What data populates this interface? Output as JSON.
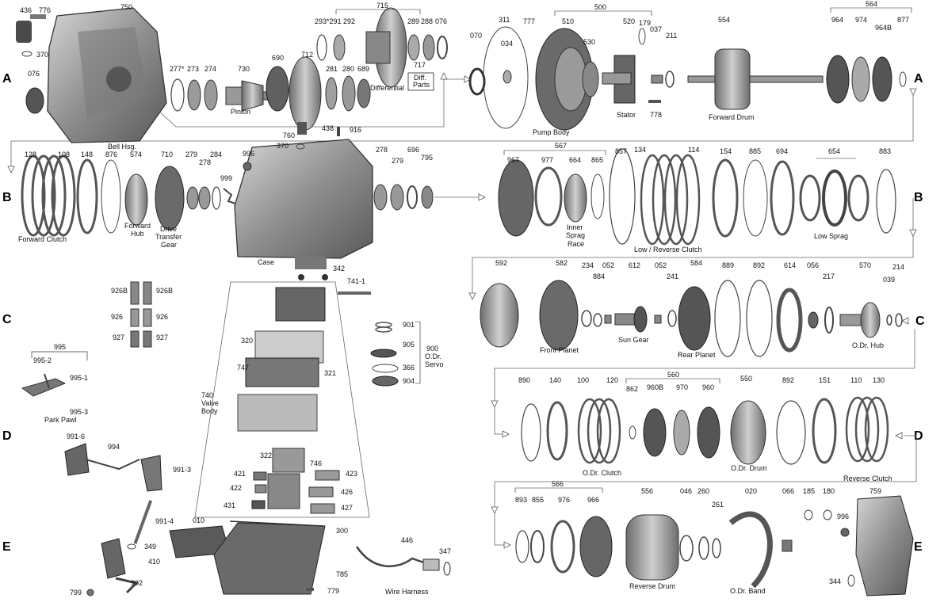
{
  "title": "",
  "row_labels": [
    "A",
    "B",
    "C",
    "D",
    "E"
  ],
  "colors": {
    "part_dark": "#5a5a5a",
    "part_mid": "#8c8c8c",
    "part_light": "#c4c4c4",
    "flow_line": "#666666"
  },
  "part_numbers": [
    "436",
    "776",
    "750",
    "370",
    "076",
    "277*",
    "273",
    "274",
    "730",
    "690",
    "712",
    "293*291",
    "292",
    "715",
    "289",
    "288",
    "076",
    "281",
    "280",
    "689",
    "717",
    "438",
    "916",
    "370",
    "760",
    "996",
    "070",
    "311",
    "034",
    "777",
    "500",
    "510",
    "530",
    "520",
    "179",
    "037",
    "211",
    "778",
    "554",
    "564",
    "964",
    "974",
    "964B",
    "877",
    "128",
    "108",
    "148",
    "876",
    "574",
    "710",
    "279",
    "278",
    "284",
    "999",
    "278",
    "279",
    "696",
    "795",
    "567",
    "967",
    "977",
    "664",
    "865",
    "857",
    "134",
    "114",
    "154",
    "885",
    "694",
    "654",
    "883",
    "926B",
    "926B",
    "926",
    "926",
    "927",
    "927",
    "342",
    "741-1",
    "995",
    "995-2",
    "995-1",
    "995-3",
    "320",
    "747",
    "321",
    "740",
    "901",
    "905",
    "900",
    "366",
    "904",
    "592",
    "582",
    "234",
    "884",
    "052",
    "612",
    "052",
    "241",
    "584",
    "889",
    "892",
    "614",
    "056",
    "217",
    "570",
    "039",
    "214",
    "890",
    "140",
    "100",
    "120",
    "560",
    "862",
    "960B",
    "970",
    "960",
    "550",
    "892",
    "151",
    "110",
    "130",
    "991-6",
    "994",
    "991-3",
    "322",
    "746",
    "421",
    "423",
    "422",
    "426",
    "431",
    "427",
    "991-4",
    "349",
    "410",
    "992",
    "799",
    "010",
    "300",
    "785",
    "779",
    "446",
    "347",
    "566",
    "893",
    "855",
    "976",
    "966",
    "556",
    "046",
    "260",
    "261",
    "020",
    "066",
    "185",
    "180",
    "996",
    "759",
    "344"
  ],
  "captions": [
    "Pinion",
    "Differential",
    "Diff.",
    "Parts",
    "Bell Hsg.",
    "Pump Body",
    "Stator",
    "Forward Drum",
    "Forward Clutch",
    "Forward",
    "Hub",
    "Drive",
    "Transfer",
    "Gear",
    "Case",
    "Inner",
    "Sprag",
    "Race",
    "Low / Reverse Clutch",
    "Low Sprag",
    "Park Pawl",
    "Valve",
    "Body",
    "O.Dr.",
    "Servo",
    "Front Planet",
    "Sun Gear",
    "Rear Planet",
    "O.Dr. Hub",
    "O.Dr. Clutch",
    "O.Dr. Drum",
    "Reverse Clutch",
    "Wire Harness",
    "Reverse Drum",
    "O.Dr. Band"
  ]
}
